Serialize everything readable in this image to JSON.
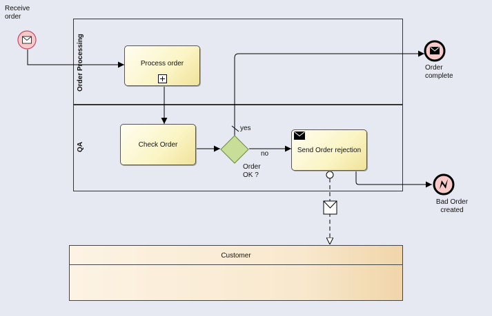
{
  "events": {
    "start_label": "Receive\norder",
    "end_complete_label": "Order\ncomplete",
    "end_error_label": "Bad Order\ncreated"
  },
  "lanes": {
    "order_processing": "Order Processing",
    "qa": "QA"
  },
  "tasks": {
    "process_order": "Process order",
    "check_order": "Check Order",
    "send_rejection": "Send Order rejection"
  },
  "gateway": {
    "label": "Order\nOK ?",
    "yes": "yes",
    "no": "no"
  },
  "pool": {
    "customer": "Customer"
  }
}
